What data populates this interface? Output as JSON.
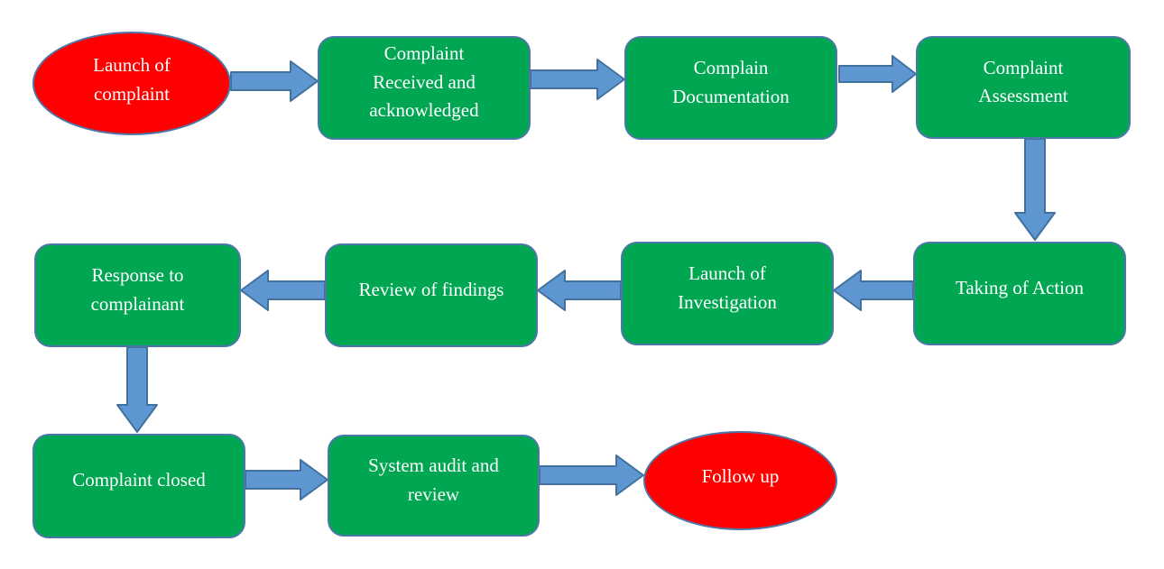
{
  "diagram": {
    "type": "flowchart",
    "colors": {
      "process_fill": "#00A651",
      "terminator_fill": "#FF0000",
      "shape_border": "#4C77A8",
      "arrow_fill": "#5E96D2",
      "arrow_border": "#41719C",
      "label_text": "#FFFFFF",
      "background": "#FFFFFF"
    },
    "nodes": [
      {
        "id": "launch-of-complaint",
        "shape": "ellipse",
        "label": "Launch of\ncomplaint"
      },
      {
        "id": "complaint-received-and-acknowledged",
        "shape": "rounded-rect",
        "label": "Complaint\nReceived and\nacknowledged"
      },
      {
        "id": "complain-documentation",
        "shape": "rounded-rect",
        "label": "Complain\nDocumentation"
      },
      {
        "id": "complaint-assessment",
        "shape": "rounded-rect",
        "label": "Complaint\nAssessment"
      },
      {
        "id": "taking-of-action",
        "shape": "rounded-rect",
        "label": "Taking of Action"
      },
      {
        "id": "launch-of-investigation",
        "shape": "rounded-rect",
        "label": "Launch of\nInvestigation"
      },
      {
        "id": "review-of-findings",
        "shape": "rounded-rect",
        "label": "Review of findings"
      },
      {
        "id": "response-to-complainant",
        "shape": "rounded-rect",
        "label": "Response to\ncomplainant"
      },
      {
        "id": "complaint-closed",
        "shape": "rounded-rect",
        "label": "Complaint closed"
      },
      {
        "id": "system-audit-and-review",
        "shape": "rounded-rect",
        "label": "System audit and\nreview"
      },
      {
        "id": "follow-up",
        "shape": "ellipse",
        "label": "Follow up"
      }
    ],
    "edges": [
      {
        "from": "launch-of-complaint",
        "to": "complaint-received-and-acknowledged",
        "direction": "right"
      },
      {
        "from": "complaint-received-and-acknowledged",
        "to": "complain-documentation",
        "direction": "right"
      },
      {
        "from": "complain-documentation",
        "to": "complaint-assessment",
        "direction": "right"
      },
      {
        "from": "complaint-assessment",
        "to": "taking-of-action",
        "direction": "down"
      },
      {
        "from": "taking-of-action",
        "to": "launch-of-investigation",
        "direction": "left"
      },
      {
        "from": "launch-of-investigation",
        "to": "review-of-findings",
        "direction": "left"
      },
      {
        "from": "review-of-findings",
        "to": "response-to-complainant",
        "direction": "left"
      },
      {
        "from": "response-to-complainant",
        "to": "complaint-closed",
        "direction": "down"
      },
      {
        "from": "complaint-closed",
        "to": "system-audit-and-review",
        "direction": "right"
      },
      {
        "from": "system-audit-and-review",
        "to": "follow-up",
        "direction": "right"
      }
    ]
  }
}
